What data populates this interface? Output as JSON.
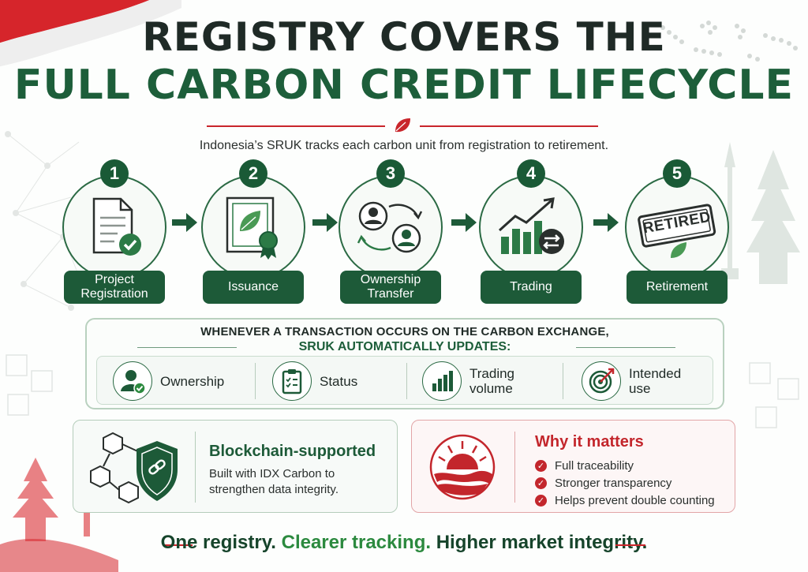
{
  "title": {
    "line1": "REGISTRY COVERS THE",
    "line2": "FULL CARBON CREDIT LIFECYCLE"
  },
  "subtitle": "Indonesia’s SRUK tracks each carbon unit from registration to retirement.",
  "steps": [
    {
      "number": "1",
      "label": "Project Registration",
      "icon": "document-check-icon"
    },
    {
      "number": "2",
      "label": "Issuance",
      "icon": "certificate-icon"
    },
    {
      "number": "3",
      "label": "Ownership Transfer",
      "icon": "user-transfer-icon"
    },
    {
      "number": "4",
      "label": "Trading",
      "icon": "trading-chart-icon"
    },
    {
      "number": "5",
      "label": "Retirement",
      "icon": "retired-stamp-icon"
    }
  ],
  "stamp_text": "RETIRED",
  "panel": {
    "heading": "WHENEVER A TRANSACTION OCCURS ON THE CARBON EXCHANGE,",
    "subheading": "SRUK AUTOMATICALLY UPDATES:",
    "updates": [
      {
        "label": "Ownership",
        "icon": "user-check-icon"
      },
      {
        "label": "Status",
        "icon": "clipboard-checklist-icon"
      },
      {
        "label": "Trading volume",
        "icon": "bar-chart-icon"
      },
      {
        "label": "Intended use",
        "icon": "target-icon"
      }
    ]
  },
  "blockchain": {
    "title": "Blockchain-supported",
    "description": "Built with IDX Carbon to strengthen data integrity.",
    "icon": "blockchain-shield-icon"
  },
  "why": {
    "title": "Why it matters",
    "icon": "sunrise-icon",
    "items": [
      "Full traceability",
      "Stronger transparency",
      "Helps prevent double counting"
    ]
  },
  "tagline": {
    "part1": "One registry.",
    "part2": "Clearer tracking.",
    "part3": "Higher market integrity."
  },
  "colors": {
    "primary_green": "#1d5a38",
    "accent_green": "#2c8a3f",
    "accent_red": "#c3262c"
  }
}
